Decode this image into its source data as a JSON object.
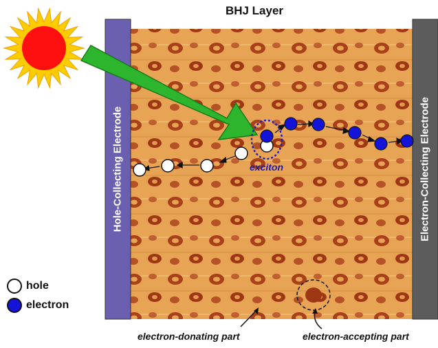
{
  "title": "BHJ Layer",
  "left_electrode": {
    "label": "Hole-Collecting Electrode",
    "color": "#6b5fb0"
  },
  "right_electrode": {
    "label": "Electron-Collecting Electrode",
    "color": "#5c5c5c"
  },
  "exciton_label": "exciton",
  "legend": [
    {
      "label": "hole",
      "symbol": "white-circle"
    },
    {
      "label": "electron",
      "symbol": "blue-circle"
    }
  ],
  "captions": {
    "donating": "electron-donating part",
    "accepting": "electron-accepting part"
  },
  "colors": {
    "layer_base": "#e8a455",
    "domain": "#a8401a",
    "hole": "#ffffff",
    "electron": "#1414d8",
    "arrow": "#2db52d",
    "sun_outer": "#ffcc00",
    "sun_inner": "#ff1010",
    "exciton_ring": "#2020c0"
  },
  "icons": [
    "sun-icon",
    "light-arrow-icon"
  ]
}
